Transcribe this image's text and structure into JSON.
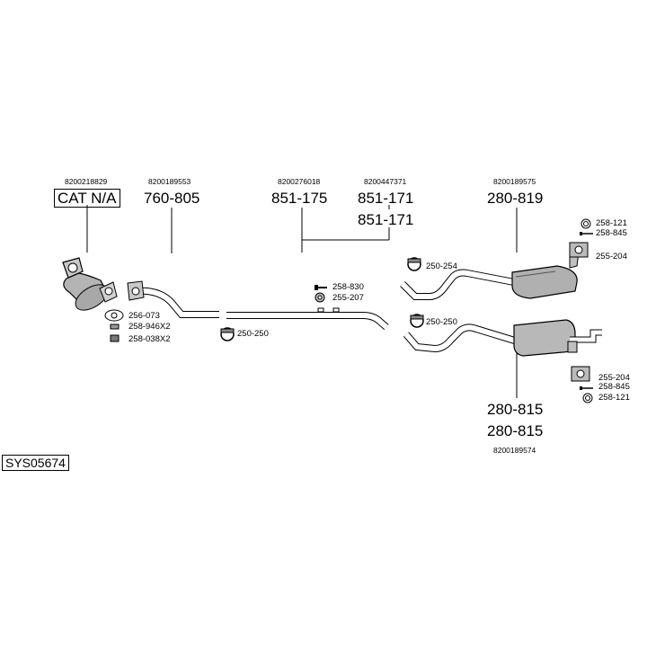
{
  "system_code": "SYS05674",
  "oe_numbers": {
    "cat": "8200218829",
    "front_pipe": "8200189553",
    "mid_pipe_a": "8200276018",
    "mid_pipe_b": "8200447371",
    "rear_box_upper": "8200189575",
    "rear_box_lower": "8200189574"
  },
  "part_numbers": {
    "cat": "CAT N/A",
    "front_pipe": "760-805",
    "mid_pipe_a": "851-175",
    "mid_pipe_b1": "851-171",
    "mid_pipe_b2": "851-171",
    "rear_box_upper": "280-819",
    "rear_box_lower1": "280-815",
    "rear_box_lower2": "280-815"
  },
  "fittings": {
    "f_256_073": "256-073",
    "f_258_946": "258-946X2",
    "f_258_038": "258-038X2",
    "f_250_250_mid": "250-250",
    "f_258_830": "258-830",
    "f_255_207": "255-207",
    "f_250_254": "250-254",
    "f_250_250_rear": "250-250",
    "f_258_121_top": "258-121",
    "f_258_845_top": "258-845",
    "f_255_204_top": "255-204",
    "f_255_204_bot": "255-204",
    "f_258_845_bot": "258-845",
    "f_258_121_bot": "258-121"
  }
}
